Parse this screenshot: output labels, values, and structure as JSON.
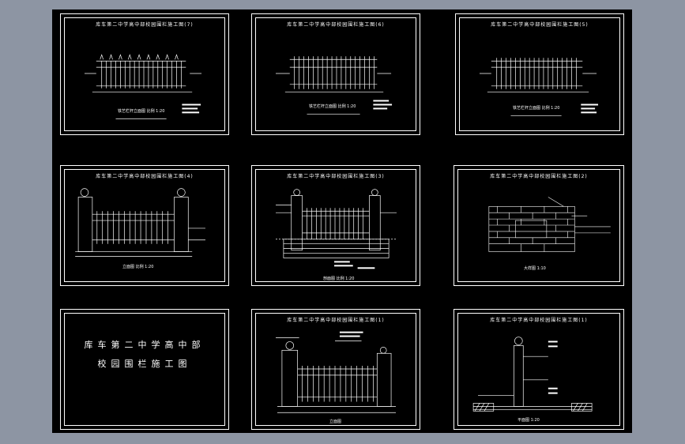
{
  "sheets": {
    "s1": {
      "title": "库车第二中学高中部校园围栏施工图(7)",
      "caption": "铁艺栏杆立面图 比例 1:20"
    },
    "s2": {
      "title": "库车第二中学高中部校园围栏施工图(6)",
      "caption": "铁艺栏杆立面图 比例 1:20"
    },
    "s3": {
      "title": "库车第二中学高中部校园围栏施工图(5)",
      "caption": "铁艺栏杆立面图 比例 1:20"
    },
    "s4": {
      "title": "库车第二中学高中部校园围栏施工图(4)",
      "caption": "立面图 比例 1:20"
    },
    "s5": {
      "title": "库车第二中学高中部校园围栏施工图(3)",
      "caption": "剖面图 比例 1:20"
    },
    "s6": {
      "title": "库车第二中学高中部校园围栏施工图(2)",
      "caption": "大样图 1:10"
    },
    "s7": {
      "line1": "库车第二中学高中部",
      "line2": "校园围栏施工图"
    },
    "s8": {
      "title": "库车第二中学高中部校园围栏施工图(1)",
      "caption": "立面图"
    },
    "s9": {
      "title": "库车第二中学高中部校园围栏施工图(1)",
      "caption": "平面图 1:20"
    }
  }
}
